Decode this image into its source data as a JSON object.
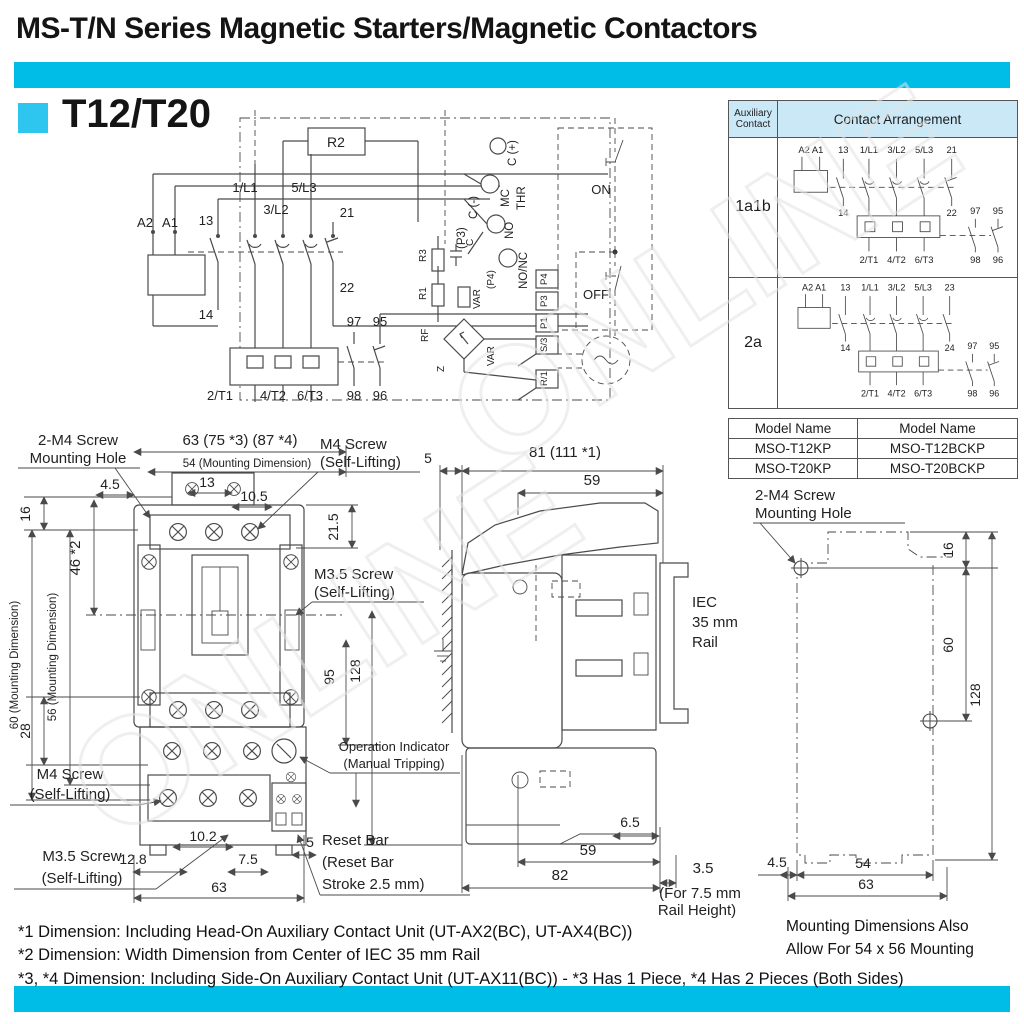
{
  "header": {
    "title": "MS-T/N Series Magnetic Starters/Magnetic Contactors",
    "section": "T12/T20"
  },
  "colors": {
    "accent": "#00BDE7",
    "table_header_bg": "#CBE8F7"
  },
  "watermark": "ONLINE",
  "wiring": {
    "r2": "R2",
    "a2": "A2",
    "a1": "A1",
    "n13": "13",
    "n14": "14",
    "n21": "21",
    "n22": "22",
    "l1": "1/L1",
    "l2": "3/L2",
    "l3": "5/L3",
    "t1": "2/T1",
    "t2": "4/T2",
    "t3": "6/T3",
    "n97": "97",
    "n95": "95",
    "n98": "98",
    "n96": "96",
    "c_plus": "C (+)",
    "mc": "MC",
    "thr": "THR",
    "c_minus": "C (-)",
    "p3": "(P3)",
    "no": "NO",
    "p4": "(P4)",
    "nonc": "NO/NC",
    "r3": "R3",
    "c": "C",
    "r1": "R1",
    "var1": "VAR",
    "rf": "RF",
    "var2": "VAR",
    "z": "Z",
    "on": "ON",
    "off": "OFF",
    "terminals": [
      "P4",
      "P3",
      "P1",
      "S/3",
      "R/1"
    ]
  },
  "aux_table": {
    "col1": "Auxiliary",
    "col1b": "Contact",
    "col2": "Contact Arrangement",
    "rows": [
      {
        "name": "1a1b",
        "a2a1": "A2 A1",
        "t13": "13",
        "l1": "1/L1",
        "l2": "3/L2",
        "l3": "5/L3",
        "tr": "21",
        "m1": "14",
        "m2": "22",
        "m3": "97",
        "m4": "95",
        "b1": "2/T1",
        "b2": "4/T2",
        "b3": "6/T3",
        "b4": "98",
        "b5": "96"
      },
      {
        "name": "2a",
        "a2a1": "A2 A1",
        "t13": "13",
        "l1": "1/L1",
        "l2": "3/L2",
        "l3": "5/L3",
        "tr": "23",
        "m1": "14",
        "m2": "24",
        "m3": "97",
        "m4": "95",
        "b1": "2/T1",
        "b2": "4/T2",
        "b3": "6/T3",
        "b4": "98",
        "b5": "96"
      }
    ]
  },
  "model_table": {
    "h1": "Model Name",
    "h2": "Model Name",
    "rows": [
      [
        "MSO-T12KP",
        "MSO-T12BCKP"
      ],
      [
        "MSO-T20KP",
        "MSO-T20BCKP"
      ]
    ]
  },
  "front": {
    "hole1": "2-M4 Screw",
    "hole2": "Mounting Hole",
    "w63": "63 (75 *3) (87 *4)",
    "w54": "54 (Mounting Dimension)",
    "d45": "4.5",
    "d13": "13",
    "d105": "10.5",
    "d16": "16",
    "d60": "60 (Mounting Dimension)",
    "d56": "56 (Mounting Dimension)",
    "d46": "46 *2",
    "d28": "28",
    "m4a": "M4 Screw",
    "m4b": "(Self-Lifting)",
    "d215": "21.5",
    "m35a": "M3.5 Screw",
    "m35b": "(Self-Lifting)",
    "m4c": "M4 Screw",
    "m4d": "(Self-Lifting)",
    "m35c": "M3.5 Screw",
    "m35d": "(Self-Lifting)",
    "d102": "10.2",
    "d128b": "12.8",
    "d75": "7.5",
    "d63b": "63",
    "d5": "5",
    "reset1": "Reset Bar",
    "reset2": "(Reset Bar",
    "reset3": "Stroke 2.5 mm)",
    "op1": "Operation Indicator",
    "op2": "(Manual Tripping)",
    "d95": "95",
    "d128": "128"
  },
  "side": {
    "d5": "5",
    "d81": "81 (111 *1)",
    "d59": "59",
    "iec1": "IEC",
    "iec2": "35 mm",
    "iec3": "Rail",
    "d65": "6.5",
    "d59b": "59",
    "d82": "82",
    "d35": "3.5",
    "note1": "(For 7.5 mm",
    "note2": "Rail Height)"
  },
  "rear": {
    "hole1": "2-M4 Screw",
    "hole2": "Mounting Hole",
    "d16": "16",
    "d60": "60",
    "d128": "128",
    "d45": "4.5",
    "d54": "54",
    "d63": "63",
    "cap1": "Mounting Dimensions Also",
    "cap2": "Allow For 54 x 56 Mounting"
  },
  "footnotes": [
    "*1 Dimension: Including Head-On Auxiliary Contact Unit (UT-AX2(BC), UT-AX4(BC))",
    "*2 Dimension: Width Dimension from Center of IEC 35 mm Rail",
    "*3, *4 Dimension: Including Side-On Auxiliary Contact Unit (UT-AX11(BC)) - *3 Has 1 Piece, *4 Has 2 Pieces (Both Sides)"
  ]
}
